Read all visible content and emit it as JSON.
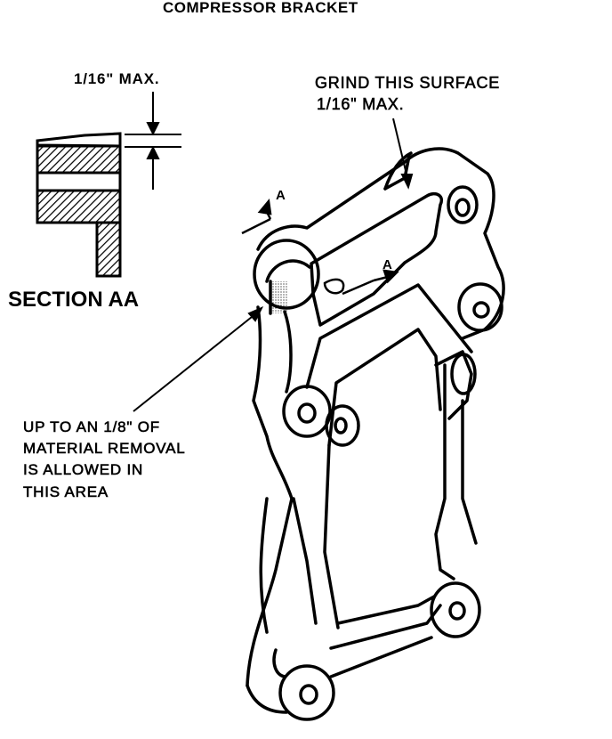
{
  "title": "COMPRESSOR BRACKET",
  "section_detail": {
    "clearance_label": "1/16\" MAX.",
    "section_label": "SECTION AA"
  },
  "callouts": {
    "grind_line1": "GRIND THIS SURFACE",
    "grind_line2": "1/16\" MAX.",
    "removal_lines": [
      "UP TO AN 1/8\" OF",
      "MATERIAL REMOVAL",
      "IS ALLOWED IN",
      "THIS AREA"
    ],
    "section_marker_1": "A",
    "section_marker_2": "A"
  }
}
